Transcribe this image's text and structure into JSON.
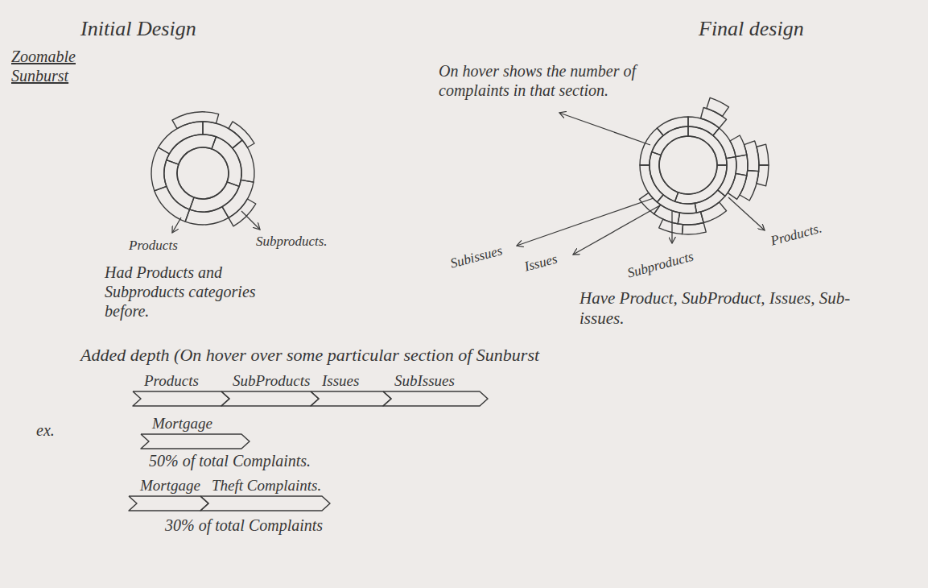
{
  "diagram": {
    "nodes": [
      {
        "text": [
          "Products"
        ]
      },
      {
        "text": [
          "SubProducts"
        ]
      },
      {
        "text": [
          "Issues"
        ]
      },
      {
        "text": [
          "SubIssues"
        ]
      },
      {
        "text": [
          "Mortgage"
        ]
      },
      {
        "text": [
          "Mortgage"
        ]
      },
      {
        "text": [
          "Theft Complaints."
        ]
      }
    ],
    "labels": [
      "Initial Design",
      "Final design",
      "Zoomable Sunburst",
      "On hover shows the number of complaints in that section.",
      "Products",
      "Subproducts.",
      "Had Products and Subproducts categories before.",
      "Subissues",
      "Issues",
      "Subproducts",
      "Products.",
      "Have Product, SubProduct, Issues, Sub-issues.",
      "Added depth (On hover over some particular section of Sunburst",
      "ex.",
      "50% of total Complaints.",
      "30% of total Complaints"
    ]
  }
}
